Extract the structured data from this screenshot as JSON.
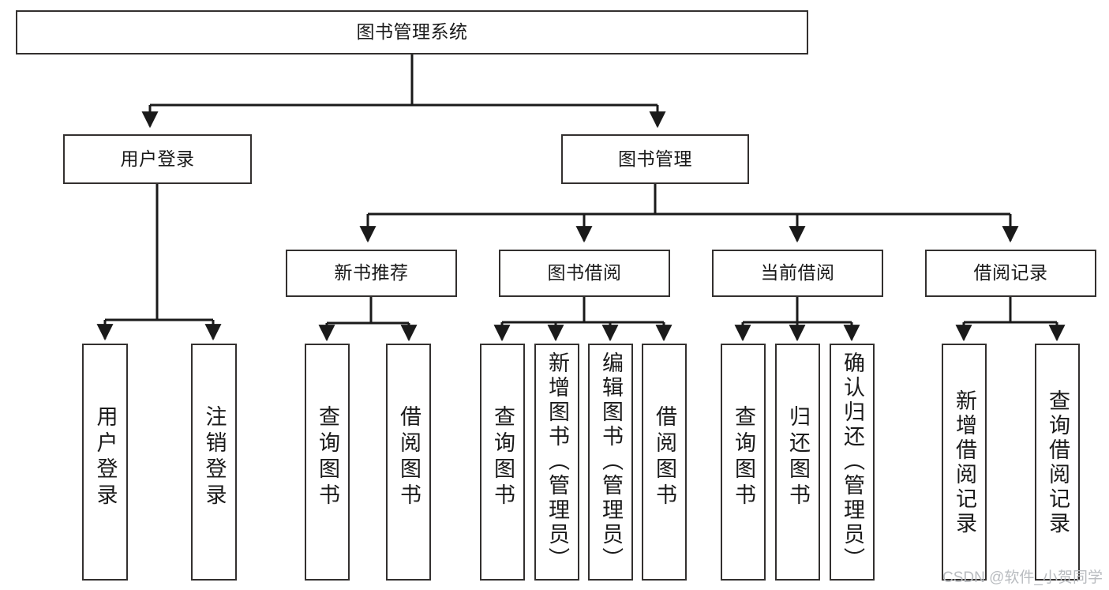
{
  "diagram": {
    "title": "图书管理系统",
    "type": "tree",
    "watermark": "CSDN @软件_小贺同学",
    "colors": {
      "box_border": "#33302f",
      "box_fill": "#ffffff",
      "connector": "#1a1a1a",
      "text": "#1a1a1a",
      "watermark": "#b9bcc0",
      "background": "#ffffff"
    },
    "root": {
      "label": "图书管理系统"
    },
    "level2": [
      {
        "label": "用户登录"
      },
      {
        "label": "图书管理"
      }
    ],
    "level3": [
      {
        "label": "新书推荐"
      },
      {
        "label": "图书借阅"
      },
      {
        "label": "当前借阅"
      },
      {
        "label": "借阅记录"
      }
    ],
    "leaves": {
      "user_login": [
        {
          "label": "用户登录"
        },
        {
          "label": "注销登录"
        }
      ],
      "new_book_recommend": [
        {
          "label": "查询图书"
        },
        {
          "label": "借阅图书"
        }
      ],
      "book_borrow": [
        {
          "label": "查询图书"
        },
        {
          "label": "新增图书（管理员）"
        },
        {
          "label": "编辑图书（管理员）"
        },
        {
          "label": "借阅图书"
        }
      ],
      "current_borrow": [
        {
          "label": "查询图书"
        },
        {
          "label": "归还图书"
        },
        {
          "label": "确认归还（管理员）"
        }
      ],
      "borrow_record": [
        {
          "label": "新增借阅记录"
        },
        {
          "label": "查询借阅记录"
        }
      ]
    }
  }
}
